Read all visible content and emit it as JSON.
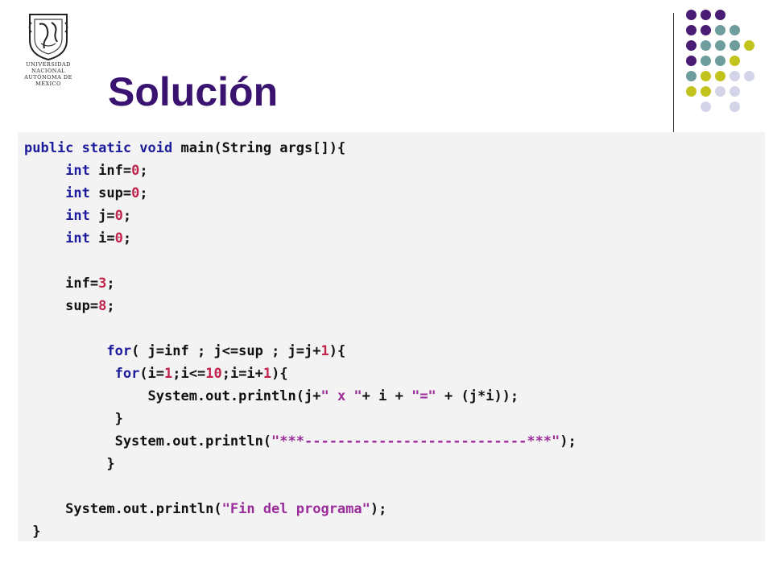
{
  "slide": {
    "title": "Solución",
    "logo": {
      "line1": "Universidad Nacional",
      "line2": "Autónoma de",
      "line3": "México"
    }
  },
  "colors": {
    "title": "#3a1270",
    "keyword": "#1c1c9c",
    "number": "#c0244a",
    "string": "#9b2d9b",
    "dot_purple": "#4b1c75",
    "dot_teal": "#6f9c9c",
    "dot_yellow": "#c3c31e",
    "dot_lavender": "#d4d4e8"
  },
  "code_lines": [
    [
      [
        "t",
        "public static void "
      ],
      [
        "k",
        ""
      ],
      [
        "t",
        "main(String args[]){"
      ]
    ],
    [
      [
        "t",
        "     "
      ],
      [
        "k",
        "int"
      ],
      [
        "t",
        " inf="
      ],
      [
        "n",
        "0"
      ],
      [
        "t",
        ";"
      ]
    ],
    [
      [
        "t",
        "     "
      ],
      [
        "k",
        "int"
      ],
      [
        "t",
        " sup="
      ],
      [
        "n",
        "0"
      ],
      [
        "t",
        ";"
      ]
    ],
    [
      [
        "t",
        "     "
      ],
      [
        "k",
        "int"
      ],
      [
        "t",
        " j="
      ],
      [
        "n",
        "0"
      ],
      [
        "t",
        ";"
      ]
    ],
    [
      [
        "t",
        "     "
      ],
      [
        "k",
        "int"
      ],
      [
        "t",
        " i="
      ],
      [
        "n",
        "0"
      ],
      [
        "t",
        ";"
      ]
    ],
    [
      [
        "t",
        ""
      ]
    ],
    [
      [
        "t",
        "     inf="
      ],
      [
        "n",
        "3"
      ],
      [
        "t",
        ";"
      ]
    ],
    [
      [
        "t",
        "     sup="
      ],
      [
        "n",
        "8"
      ],
      [
        "t",
        ";"
      ]
    ],
    [
      [
        "t",
        ""
      ]
    ],
    [
      [
        "t",
        "          "
      ],
      [
        "k",
        "for"
      ],
      [
        "t",
        "( j=inf ; j<=sup ; j=j+"
      ],
      [
        "n",
        "1"
      ],
      [
        "t",
        "){"
      ]
    ],
    [
      [
        "t",
        "           "
      ],
      [
        "k",
        "for"
      ],
      [
        "t",
        "(i="
      ],
      [
        "n",
        "1"
      ],
      [
        "t",
        ";i<="
      ],
      [
        "n",
        "10"
      ],
      [
        "t",
        ";i=i+"
      ],
      [
        "n",
        "1"
      ],
      [
        "t",
        "){"
      ]
    ],
    [
      [
        "t",
        "               System.out.println(j+"
      ],
      [
        "s",
        "\" x \""
      ],
      [
        "t",
        "+ i + "
      ],
      [
        "s",
        "\"=\""
      ],
      [
        "t",
        " + (j*i));"
      ]
    ],
    [
      [
        "t",
        "           }"
      ]
    ],
    [
      [
        "t",
        "           System.out.println("
      ],
      [
        "s",
        "\"***---------------------------***\""
      ],
      [
        "t",
        ");"
      ]
    ],
    [
      [
        "t",
        "          }"
      ]
    ],
    [
      [
        "t",
        ""
      ]
    ],
    [
      [
        "t",
        "     System.out.println("
      ],
      [
        "s",
        "\"Fin del programa\""
      ],
      [
        "t",
        ");"
      ]
    ],
    [
      [
        "t",
        " }"
      ]
    ]
  ]
}
